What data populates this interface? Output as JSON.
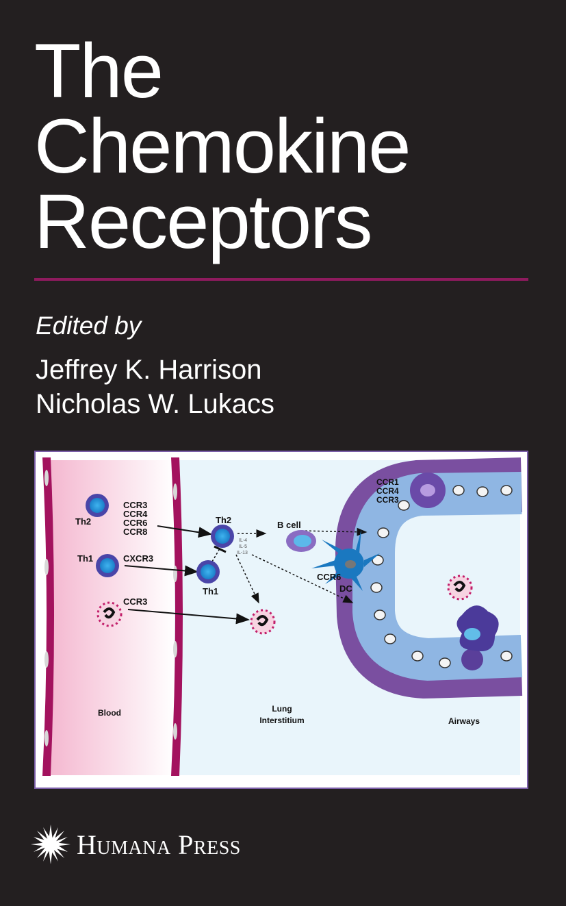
{
  "cover": {
    "title_lines": [
      "The",
      "Chemokine",
      "Receptors"
    ],
    "edited_by": "Edited by",
    "editors": [
      "Jeffrey K. Harrison",
      "Nicholas W. Lukacs"
    ],
    "accent_color": "#8e1b5e",
    "background_color": "#231f20"
  },
  "illustration": {
    "th2_blood": "Th2",
    "th2_receptors": [
      "CCR3",
      "CCR4",
      "CCR6",
      "CCR8"
    ],
    "th1_blood": "Th1",
    "th1_receptor": "CXCR3",
    "eos_receptor": "CCR3",
    "th2_tissue": "Th2",
    "th1_tissue": "Th1",
    "cytokines": [
      "IL-4",
      "IL-5",
      "IL-13"
    ],
    "b_cell": "B cell",
    "dc_receptor": "CCR6",
    "dc": "DC",
    "airway_receptors": [
      "CCR1",
      "CCR4",
      "CCR3"
    ],
    "region_blood": "Blood",
    "region_lung": [
      "Lung",
      "Interstitium"
    ],
    "region_airways": "Airways"
  },
  "publisher": {
    "name_first": "Humana",
    "name_second": "Press",
    "logo_icon": "sunburst-icon"
  }
}
